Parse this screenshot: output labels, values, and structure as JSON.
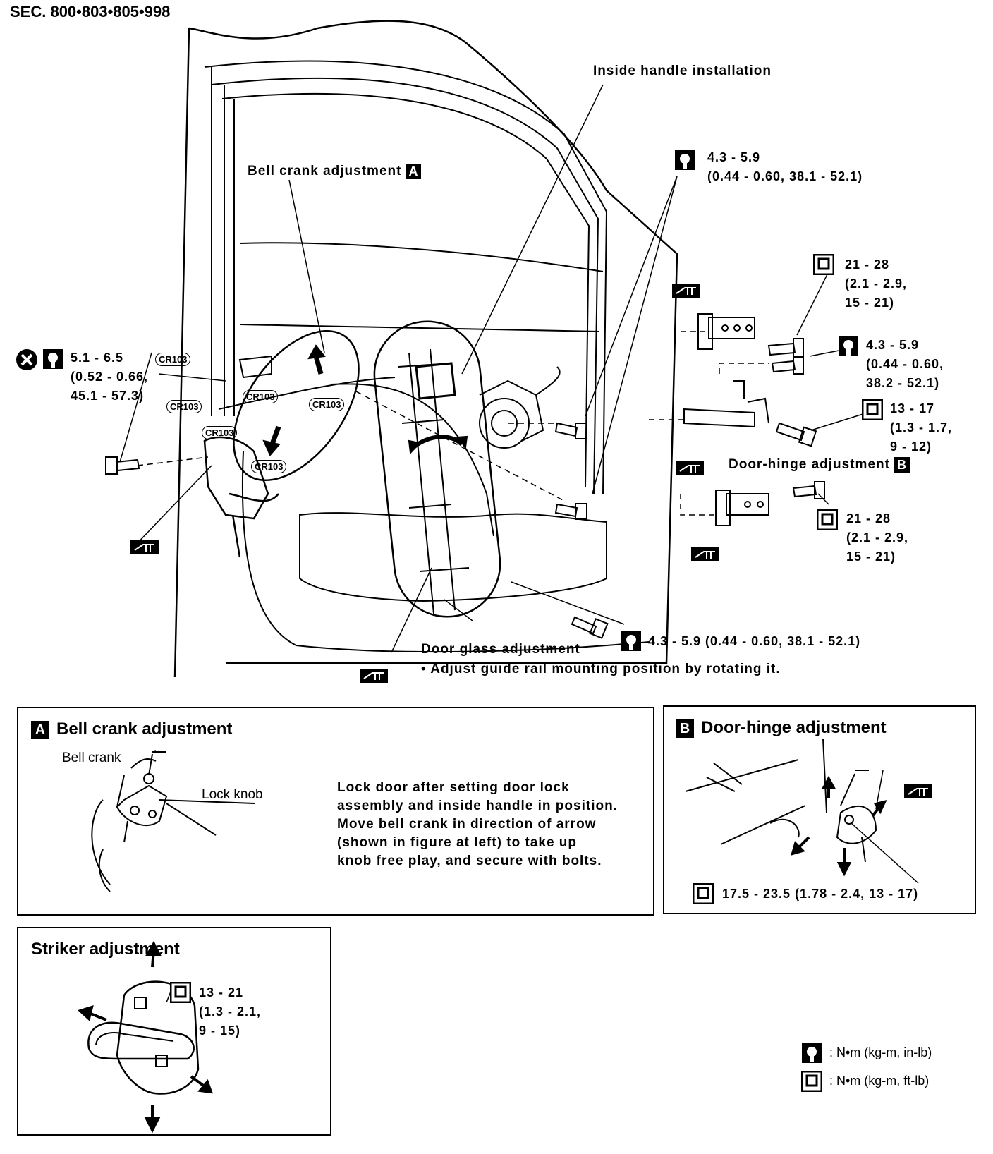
{
  "section": "SEC. 800•803•805•998",
  "labels": {
    "inside_handle": "Inside handle installation",
    "bell_crank": "Bell crank adjustment",
    "bell_crank_tag": "A",
    "door_hinge": "Door-hinge adjustment",
    "door_hinge_tag": "B",
    "door_glass": "Door glass adjustment",
    "door_glass_note": "• Adjust guide rail mounting position by rotating it.",
    "cr103": "CR103"
  },
  "torques": {
    "upper_hinge_wrench": "4.3 - 5.9\n(0.44 - 0.60, 38.1 - 52.1)",
    "upper_hinge_socket": "21 - 28\n(2.1 - 2.9,\n15 - 21)",
    "mid_wrench": "4.3 - 5.9\n(0.44 - 0.60,\n38.2 - 52.1)",
    "mid_socket": "13 - 17\n(1.3 - 1.7,\n9 - 12)",
    "lower_hinge_socket": "21 - 28\n(2.1 - 2.9,\n15 - 21)",
    "left_lock": "5.1 - 6.5\n(0.52 - 0.66,\n45.1 - 57.3)",
    "bottom_rail": "4.3 - 5.9 (0.44 - 0.60, 38.1 - 52.1)"
  },
  "panel_a": {
    "tag": "A",
    "title": "Bell crank adjustment",
    "bell_crank_label": "Bell crank",
    "lock_knob_label": "Lock knob",
    "instructions": [
      "Lock door after setting door lock",
      "assembly and inside handle in position.",
      "Move bell crank in direction of arrow",
      "(shown in figure at left) to take up",
      "knob free play, and secure with bolts."
    ]
  },
  "panel_b": {
    "tag": "B",
    "title": "Door-hinge adjustment",
    "torque": "17.5 - 23.5 (1.78 - 2.4, 13 - 17)"
  },
  "striker": {
    "title": "Striker adjustment",
    "torque": "13 - 21\n(1.3 - 2.1,\n9 - 15)"
  },
  "legend": {
    "wrench_units": ": N•m (kg-m, in-lb)",
    "socket_units": ": N•m (kg-m, ft-lb)"
  }
}
